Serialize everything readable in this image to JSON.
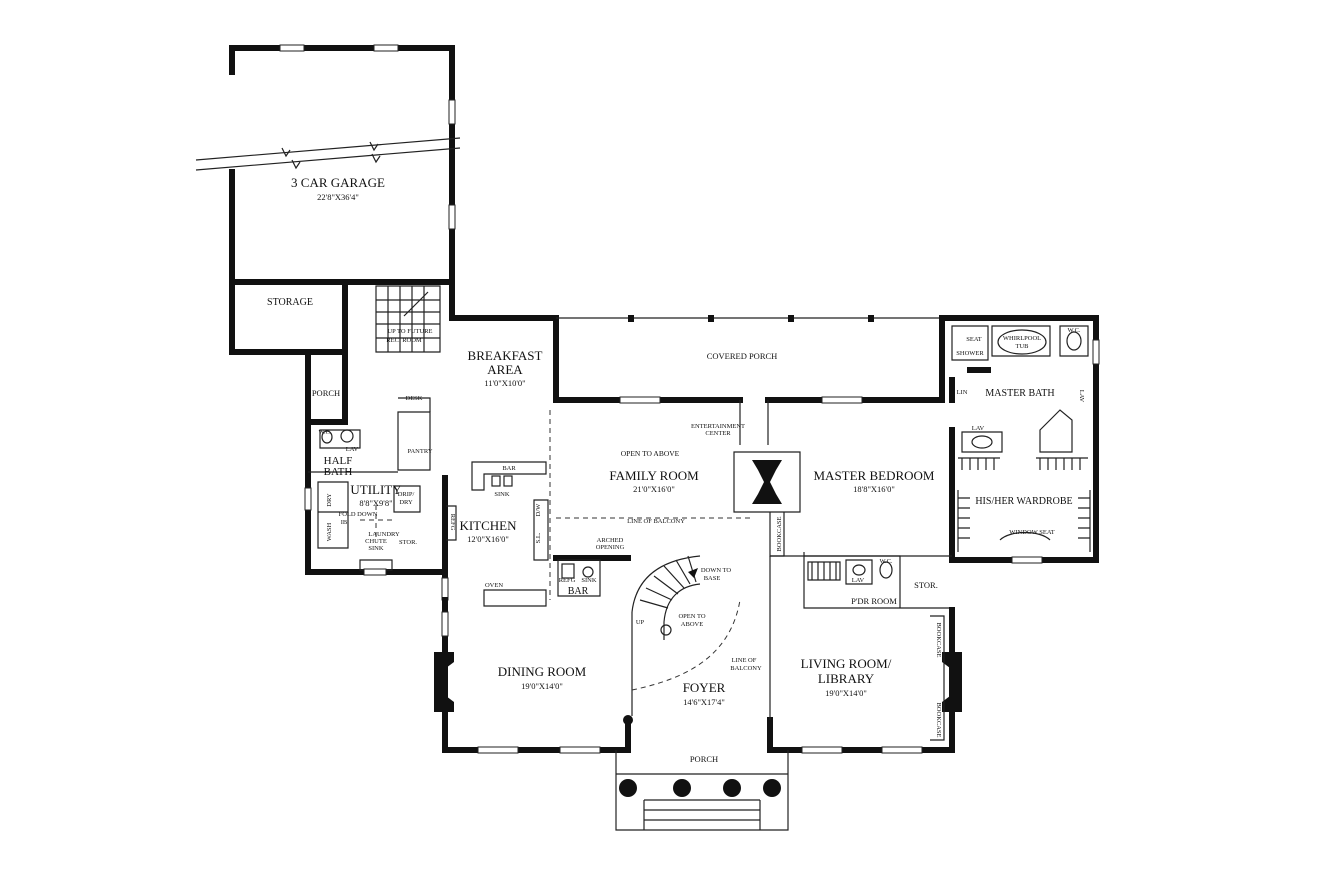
{
  "rooms": {
    "garage": {
      "name": "3 CAR GARAGE",
      "dim": "22'8\"X36'4\""
    },
    "storage": {
      "name": "STORAGE"
    },
    "up_to_future": {
      "name": "UP TO FUTURE",
      "sub": "REC. ROOM"
    },
    "porch_side": {
      "name": "PORCH"
    },
    "breakfast": {
      "name1": "BREAKFAST",
      "name2": "AREA",
      "dim": "11'0\"X10'0\""
    },
    "covered_porch": {
      "name": "COVERED PORCH"
    },
    "desk": {
      "name": "DESK"
    },
    "pantry": {
      "name": "PANTRY"
    },
    "half_bath": {
      "name1": "HALF",
      "name2": "BATH",
      "wc": "W.C.",
      "lav": "LAV"
    },
    "utility": {
      "name": "UTILITY",
      "dim": "8'8\"X9'8\"",
      "wash": "WASH",
      "dry": "DRY",
      "drip_dry1": "DRIP/",
      "drip_dry2": "DRY",
      "fold_down": "FOLD DOWN",
      "ib": "IB",
      "laundry_chute": "LAUNDRY",
      "chute": "CHUTE",
      "sink": "SINK",
      "stor": "STOR."
    },
    "kitchen": {
      "name": "KITCHEN",
      "dim": "12'0\"X16'0\"",
      "bar": "BAR",
      "sink": "SINK",
      "dw": "D/W",
      "sl": "S.L.",
      "oven": "OVEN",
      "refg": "REFG"
    },
    "family": {
      "name": "FAMILY ROOM",
      "dim": "21'0\"X16'0\"",
      "open_above": "OPEN TO ABOVE",
      "line_balcony": "LINE OF BALCONY",
      "ent_center1": "ENTERTAINMENT",
      "ent_center2": "CENTER"
    },
    "arched": {
      "l1": "ARCHED",
      "l2": "OPENING"
    },
    "bar": {
      "name": "BAR",
      "refg": "REFG",
      "sink": "SINK"
    },
    "stair": {
      "down1": "DOWN TO",
      "down2": "BASE",
      "open1": "OPEN TO",
      "open2": "ABOVE",
      "up": "UP",
      "line1": "LINE OF",
      "line2": "BALCONY"
    },
    "master_bed": {
      "name": "MASTER BEDROOM",
      "dim": "18'8\"X16'0\"",
      "bookcase": "BOOKCASE"
    },
    "master_bath": {
      "name": "MASTER BATH",
      "seat": "SEAT",
      "shower": "SHOWER",
      "whirlpool1": "WHIRLPOOL",
      "whirlpool2": "TUB",
      "wc": "W.C.",
      "lin": "LIN",
      "lav": "LAV",
      "lav2": "LAV"
    },
    "wardrobe": {
      "name": "HIS/HER WARDROBE",
      "window_seat": "WINDOW SEAT"
    },
    "pdr": {
      "name": "P'DR ROOM",
      "lav": "LAV",
      "wc": "W.C.",
      "stor": "STOR."
    },
    "dining": {
      "name": "DINING ROOM",
      "dim": "19'0\"X14'0\""
    },
    "foyer": {
      "name": "FOYER",
      "dim": "14'6\"X17'4\""
    },
    "living": {
      "name1": "LIVING ROOM/",
      "name2": "LIBRARY",
      "dim": "19'0\"X14'0\"",
      "bookcase": "BOOKCASE"
    },
    "porch_front": {
      "name": "PORCH"
    }
  }
}
